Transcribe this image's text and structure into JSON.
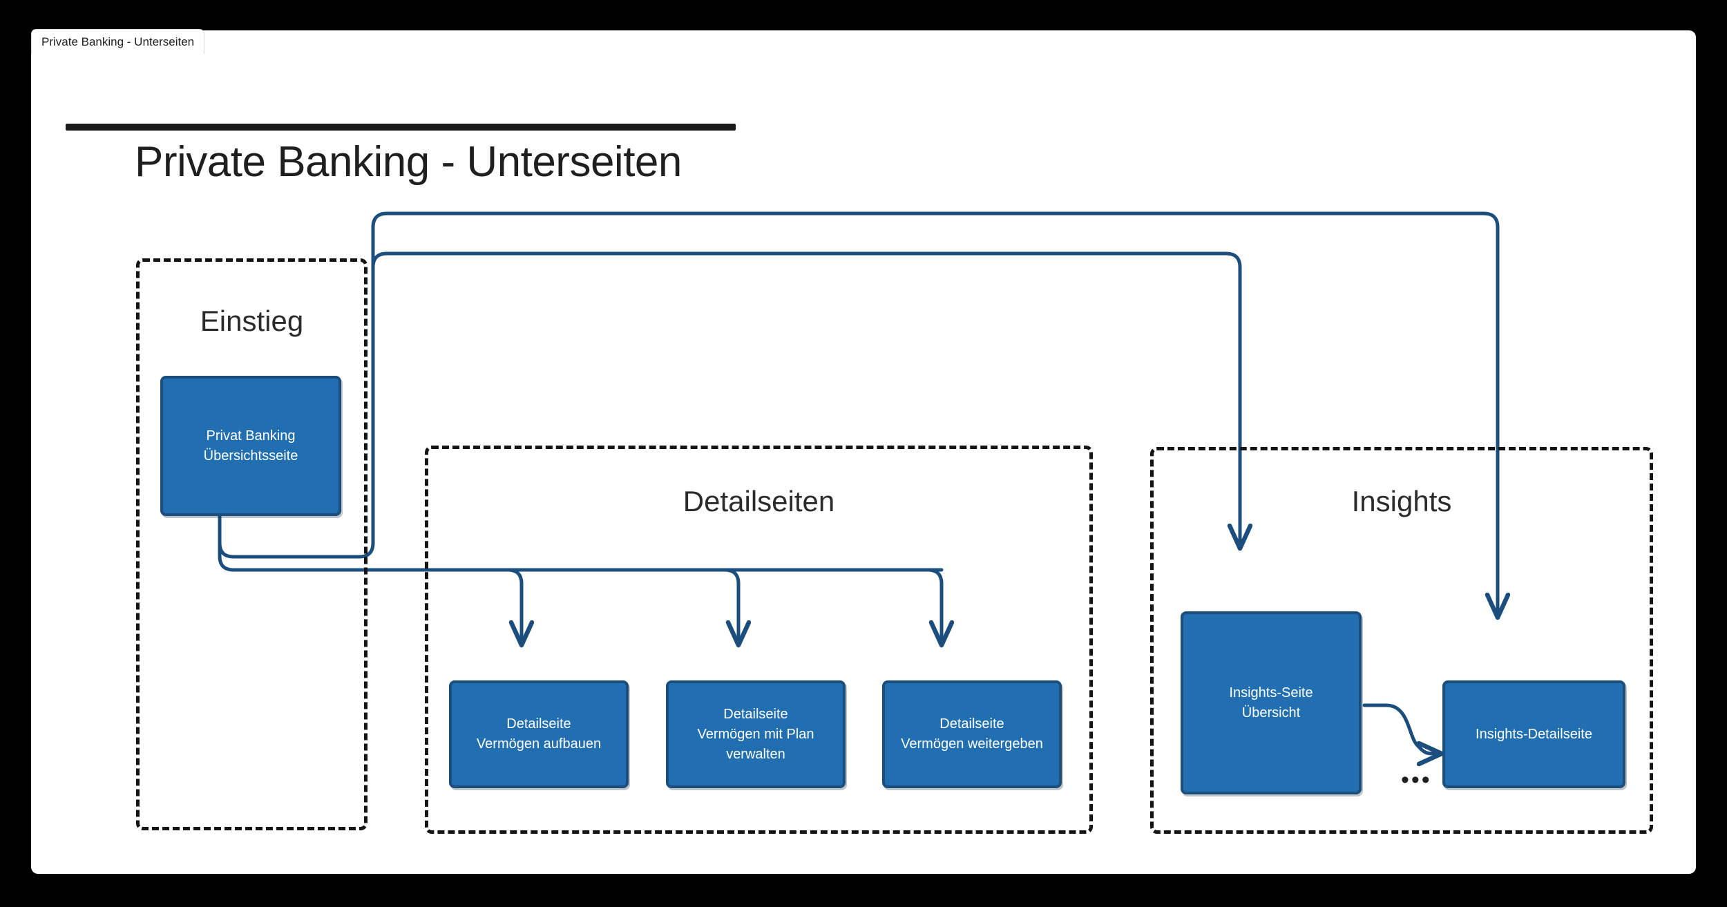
{
  "browser": {
    "tab_label": "Private Banking - Unterseiten"
  },
  "page": {
    "title": "Private Banking - Unterseiten"
  },
  "colors": {
    "node_fill": "#216FB0",
    "node_border": "#1B4E7D",
    "connector": "#1B4E7D",
    "group_border": "#141414",
    "canvas": "#ffffff",
    "backdrop": "#000000",
    "title_text": "#1f1f1f",
    "node_text": "#ffffff"
  },
  "diagram": {
    "groups": [
      {
        "id": "einstieg",
        "label": "Einstieg"
      },
      {
        "id": "detail",
        "label": "Detailseiten"
      },
      {
        "id": "insights",
        "label": "Insights"
      }
    ],
    "nodes": {
      "privat_banking": {
        "line1": "Privat Banking",
        "line2": "Übersichtsseite"
      },
      "detail_1": {
        "line1": "Detailseite",
        "line2": "Vermögen aufbauen",
        "line3": ""
      },
      "detail_2": {
        "line1": "Detailseite",
        "line2": "Vermögen mit Plan",
        "line3": "verwalten"
      },
      "detail_3": {
        "line1": "Detailseite",
        "line2": "Vermögen weitergeben",
        "line3": ""
      },
      "insights_overview": {
        "line1": "Insights-Seite",
        "line2": "Übersicht"
      },
      "insights_detail": {
        "line1": "Insights-Detailseite",
        "line2": ""
      }
    },
    "ellipsis": "•••",
    "edges": [
      {
        "from": "privat_banking",
        "to": "insights_detail",
        "style": "orthogonal",
        "arrow": true
      },
      {
        "from": "privat_banking",
        "to": "insights_overview",
        "style": "orthogonal",
        "arrow": true
      },
      {
        "from": "privat_banking",
        "to": "detail_1",
        "style": "orthogonal",
        "arrow": true
      },
      {
        "from": "privat_banking",
        "to": "detail_2",
        "style": "orthogonal",
        "arrow": true
      },
      {
        "from": "privat_banking",
        "to": "detail_3",
        "style": "orthogonal",
        "arrow": true
      },
      {
        "from": "insights_overview",
        "to": "insights_detail",
        "style": "s-curve",
        "arrow": true
      }
    ]
  }
}
